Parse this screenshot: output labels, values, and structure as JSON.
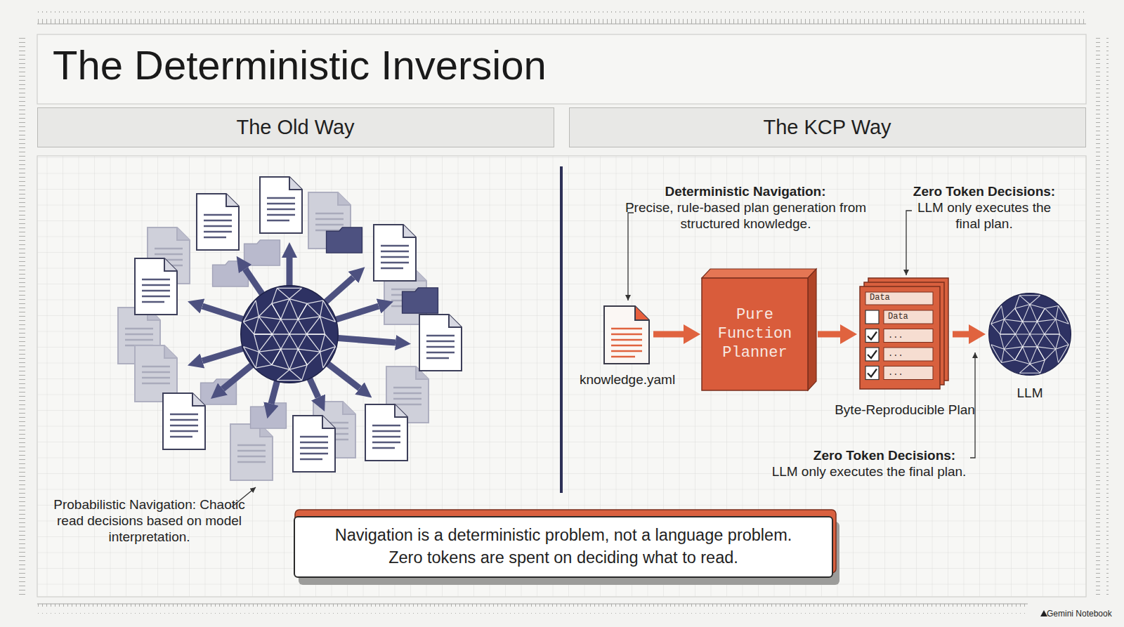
{
  "diagram": {
    "title": "The Deterministic Inversion",
    "nodes": [
      {
        "text": [
          "The Old Way"
        ]
      },
      {
        "text": [
          "The KCP Way"
        ]
      },
      {
        "text": [
          "knowledge.yaml"
        ]
      },
      {
        "text": [
          "Pure Function Planner"
        ]
      },
      {
        "text": [
          "Data",
          "Data",
          "...",
          "...",
          "...",
          "Byte-Reproducible Plan"
        ]
      },
      {
        "text": [
          "LLM"
        ]
      },
      {
        "text": [
          "Navigation is a deterministic problem, not a language problem.",
          "Zero tokens are spent on deciding what to read."
        ]
      }
    ],
    "edges": [
      {
        "from": 2,
        "to": 3,
        "arrow": "to"
      },
      {
        "from": 3,
        "to": 4,
        "arrow": "to"
      },
      {
        "from": 4,
        "to": 5,
        "arrow": "to"
      }
    ],
    "labels": [
      "Probabilistic Navigation: Chaotic read decisions based on model interpretation.",
      "Deterministic Navigation:",
      "Precise, rule-based plan generation from structured knowledge.",
      "Zero Token Decisions:",
      "LLM only executes the final plan.",
      "Zero Token Decisions:",
      "LLM only executes the final plan.",
      "Gemini Notebook"
    ]
  }
}
